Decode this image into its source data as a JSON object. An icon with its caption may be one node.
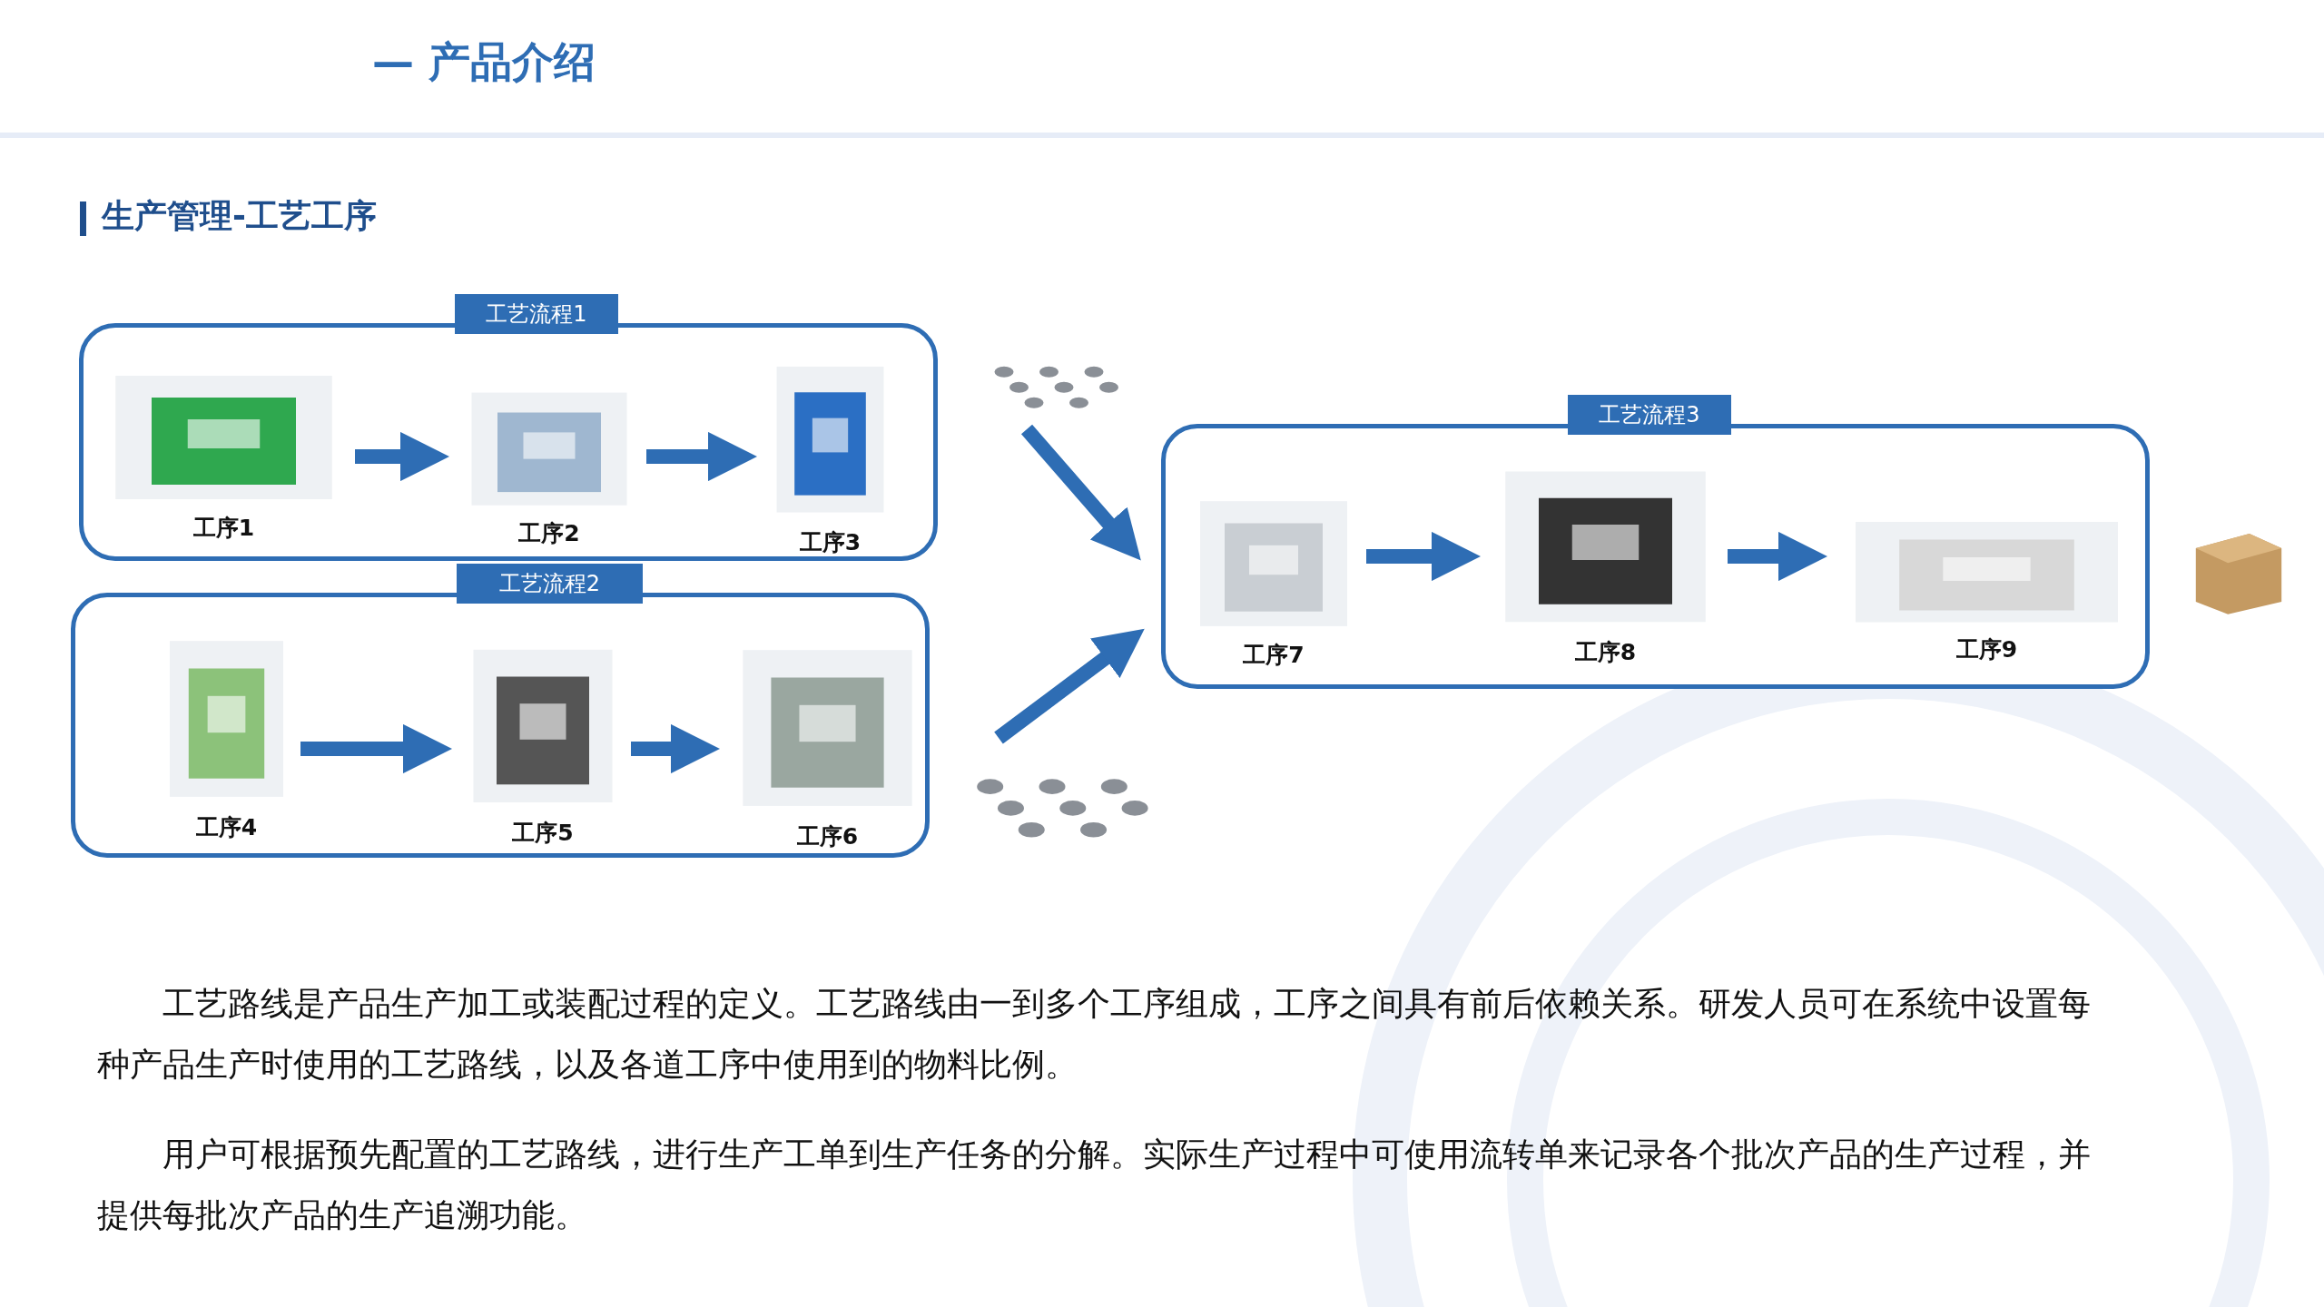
{
  "diagram": {
    "title": "生产管理-工艺工序",
    "nodes": [
      {
        "text": [
          "工艺流程1"
        ]
      },
      {
        "text": [
          "工序1"
        ],
        "in": 0
      },
      {
        "text": [
          "工序2"
        ],
        "in": 0
      },
      {
        "text": [
          "工序3"
        ],
        "in": 0
      },
      {
        "text": [
          "工艺流程2"
        ]
      },
      {
        "text": [
          "工序4"
        ],
        "in": 4
      },
      {
        "text": [
          "工序5"
        ],
        "in": 4
      },
      {
        "text": [
          "工序6"
        ],
        "in": 4
      },
      {
        "text": [],
        "shape": "picture"
      },
      {
        "text": [],
        "shape": "picture"
      },
      {
        "text": [
          "工艺流程3"
        ]
      },
      {
        "text": [
          "工序7"
        ],
        "in": 10
      },
      {
        "text": [
          "工序8"
        ],
        "in": 10
      },
      {
        "text": [
          "工序9"
        ],
        "in": 10
      },
      {
        "text": [],
        "shape": "picture"
      }
    ],
    "edges": [
      {
        "from": 1,
        "to": 2,
        "arrow": "to"
      },
      {
        "from": 2,
        "to": 3,
        "arrow": "to"
      },
      {
        "from": 5,
        "to": 6,
        "arrow": "to"
      },
      {
        "from": 6,
        "to": 7,
        "arrow": "to"
      },
      {
        "from": 8,
        "to": 10,
        "arrow": "to"
      },
      {
        "from": 9,
        "to": 10,
        "arrow": "to"
      },
      {
        "from": 11,
        "to": 12,
        "arrow": "to"
      },
      {
        "from": 12,
        "to": 13,
        "arrow": "to"
      }
    ],
    "labels": [
      "— 产品介绍",
      "工艺路线是产品生产加工或装配过程的定义。工艺路线由一到多个工序组成，工序之间具有前后依赖关系。研发人员可在系统中设置每种产品生产时使用的工艺路线，以及各道工序中使用到的物料比例。",
      "用户可根据预先配置的工艺路线，进行生产工单到生产任务的分解。实际生产过程中可使用流转单来记录各个批次产品的生产过程，并提供每批次产品的生产追溯功能。"
    ]
  }
}
